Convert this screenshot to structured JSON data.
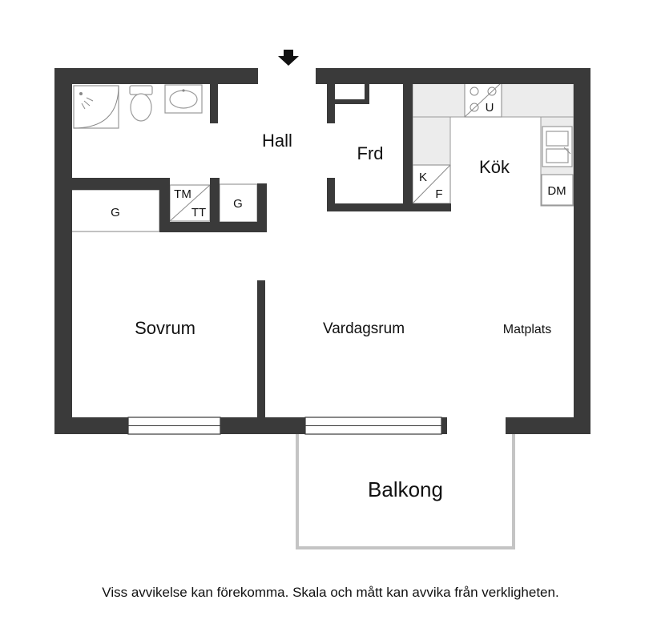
{
  "rooms": {
    "hall": "Hall",
    "frd": "Frd",
    "kok": "Kök",
    "sovrum": "Sovrum",
    "vardagsrum": "Vardagsrum",
    "matplats": "Matplats",
    "balkong": "Balkong"
  },
  "fixtures": {
    "garderob_left": "G",
    "garderob_right": "G",
    "tvattmaskin": "TM",
    "torktumlare": "TT",
    "kyl": "K",
    "frys": "F",
    "ugn": "U",
    "diskmaskin": "DM"
  },
  "entrance_icon": "arrow-down-icon",
  "disclaimer": "Viss avvikelse kan förekomma. Skala och mått kan avvika från verkligheten."
}
